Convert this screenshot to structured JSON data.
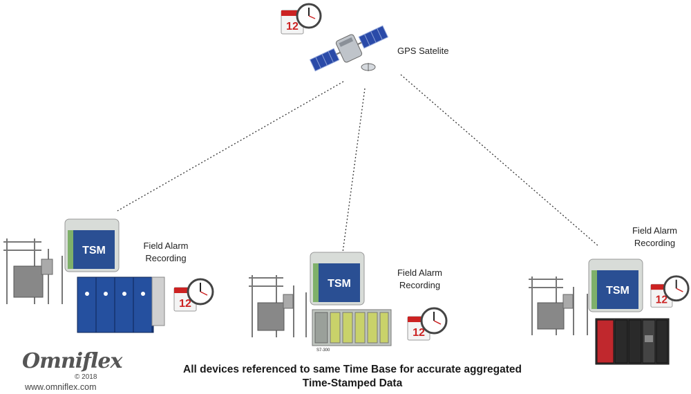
{
  "satellite": {
    "label": "GPS Satelite"
  },
  "sites": [
    {
      "label_line1": "Field Alarm",
      "label_line2": "Recording",
      "box_text": "TSM"
    },
    {
      "label_line1": "Field Alarm",
      "label_line2": "Recording",
      "box_text": "TSM",
      "device_text": "S7-300"
    },
    {
      "label_line1": "Field Alarm",
      "label_line2": "Recording",
      "box_text": "TSM"
    }
  ],
  "calendar_number": "12",
  "caption": {
    "line1": "All devices referenced to same Time Base for accurate aggregated",
    "line2": "Time-Stamped Data"
  },
  "brand": {
    "logo": "Omniflex",
    "copyright": "© 2018",
    "url": "www.omniflex.com"
  },
  "colors": {
    "panel_blue": "#1b3f8a",
    "tsm_box": "#2a4f93",
    "clock_red": "#cc2222",
    "plc_red": "#c0282d"
  }
}
